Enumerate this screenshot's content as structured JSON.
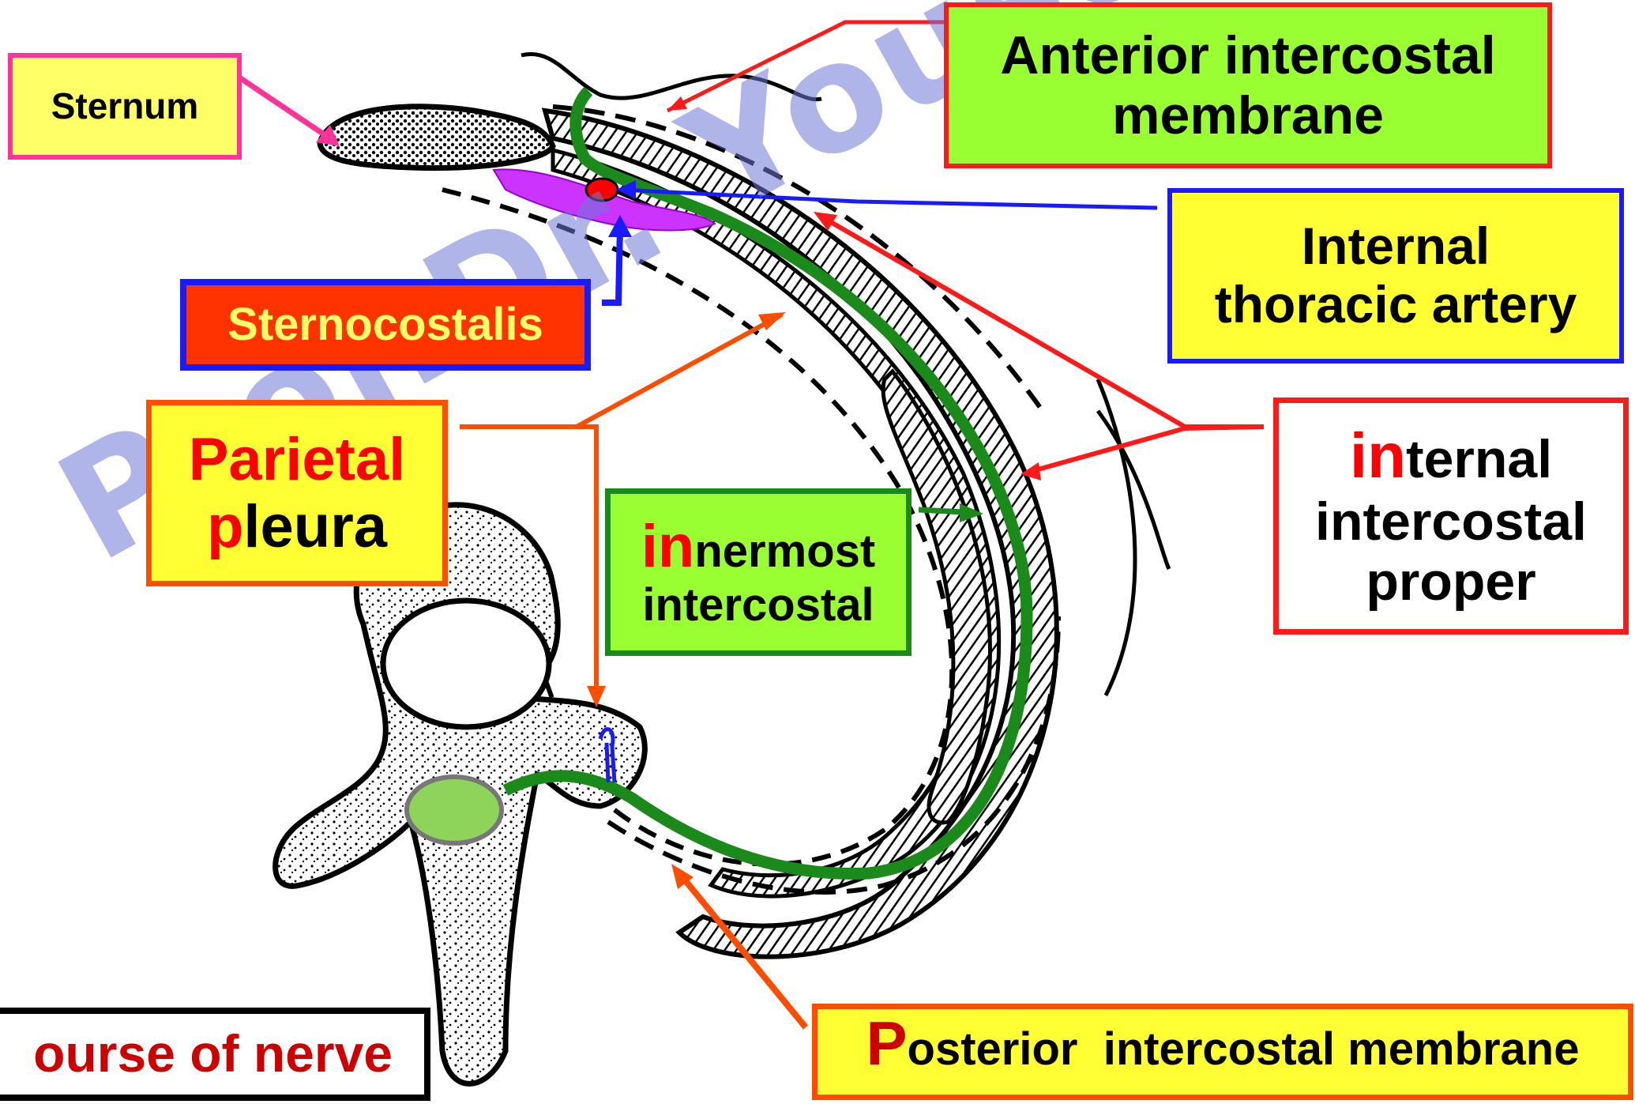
{
  "diagram": {
    "labels": {
      "sternum": "Sternum",
      "anterior_membrane": {
        "line1": "Anterior intercostal",
        "line2": "membrane"
      },
      "internal_thoracic": {
        "line1": "Internal",
        "line2": "thoracic artery"
      },
      "sternocostalis": "Sternocostalis",
      "parietal": {
        "line1": "Parietal",
        "line2_first": "p",
        "line2_rest": "leura"
      },
      "innermost": {
        "line1_first": "in",
        "line1_rest": "nermost",
        "line2": "intercostal"
      },
      "internal_intercostal": {
        "line1_first": "in",
        "line1_rest": "ternal",
        "line2": "intercostal",
        "line3": "proper"
      },
      "posterior_membrane": {
        "first": "P",
        "rest": "osterior  intercostal membrane"
      },
      "course": "ourse of nerve"
    },
    "watermark": "Prof.Dr. Yousef Hussein",
    "colors": {
      "green_box": "#99ff33",
      "yellow_box": "#ffff33",
      "red_border": "#ff1a1a",
      "blue_border": "#1a1aff",
      "orange_border": "#ff4d00",
      "magenta_border": "#ff3399",
      "sternocostalis_fill": "#ff3300",
      "nerve_green": "#1a8a1a",
      "text_red": "#ff0000",
      "text_dark": "#000000",
      "text_darkred": "#cc0000"
    }
  }
}
